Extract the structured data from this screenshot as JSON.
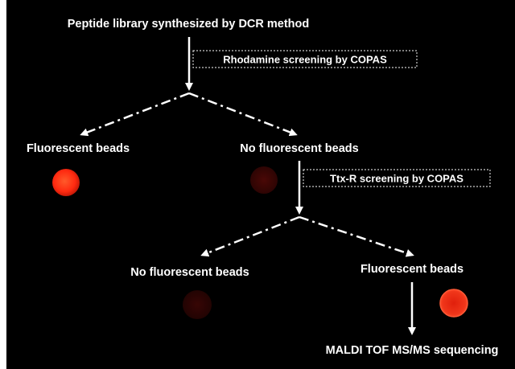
{
  "diagram": {
    "background": "#000000",
    "title": "Peptide library synthesized by DCR method",
    "step1_box": "Rhodamine screening  by  COPAS",
    "left1_label": "Fluorescent beads",
    "right1_label": "No fluorescent beads",
    "step2_box": "Ttx-R screening by COPAS",
    "left2_label": "No fluorescent beads",
    "right2_label": "Fluorescent beads",
    "final_label": "MALDI TOF MS/MS sequencing",
    "bead_colors": {
      "bright": "#ff3a14",
      "dim": "#3d0605"
    }
  }
}
